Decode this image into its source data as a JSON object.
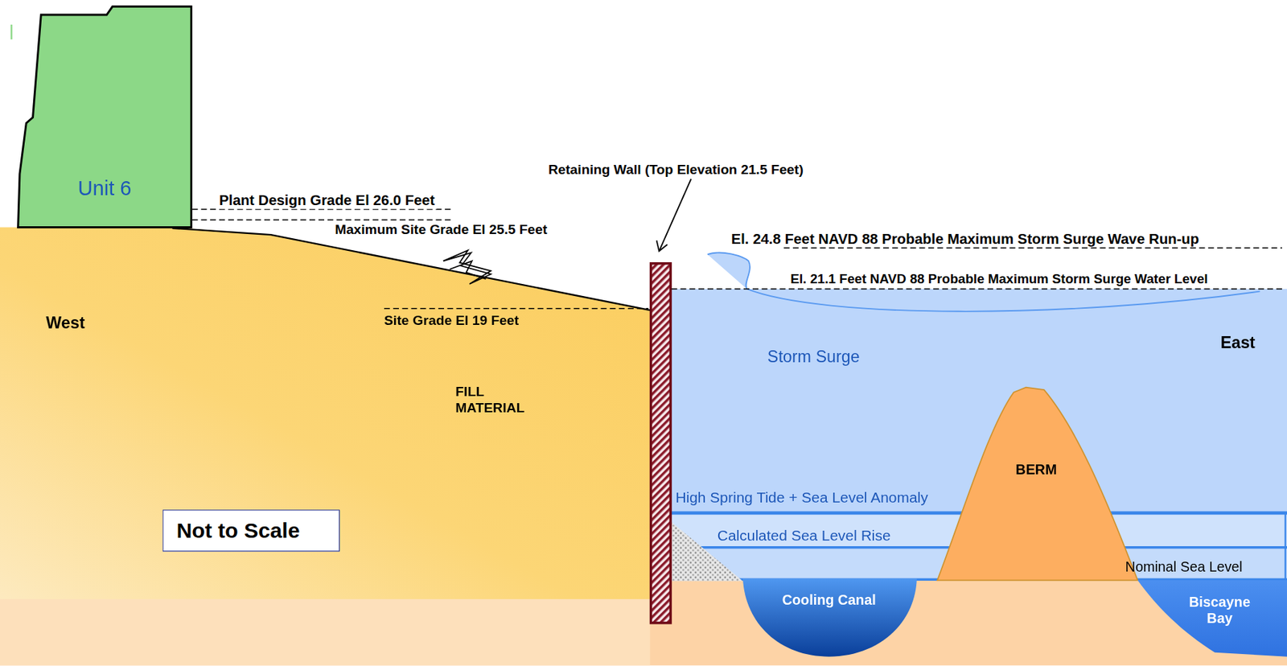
{
  "diagram": {
    "nodes": [
      {
        "text": [
          "Unit 6"
        ]
      },
      {
        "text": [
          "Not to Scale"
        ]
      },
      {
        "text": [
          "BERM"
        ]
      },
      {
        "text": [
          "Cooling Canal"
        ]
      },
      {
        "text": [
          "Biscayne Bay"
        ]
      }
    ],
    "labels": [
      "Plant Design Grade El 26.0 Feet",
      "Maximum Site Grade El 25.5 Feet",
      "Retaining Wall (Top Elevation 21.5 Feet)",
      "El. 24.8 Feet NAVD 88 Probable Maximum Storm Surge Wave Run-up",
      "El. 21.1 Feet NAVD 88 Probable Maximum Storm Surge Water Level",
      "Site Grade El 19 Feet",
      "West",
      "East",
      "FILL MATERIAL",
      "Storm Surge",
      "High Spring Tide + Sea Level Anomaly",
      "Calculated Sea Level Rise",
      "Nominal Sea Level"
    ]
  }
}
